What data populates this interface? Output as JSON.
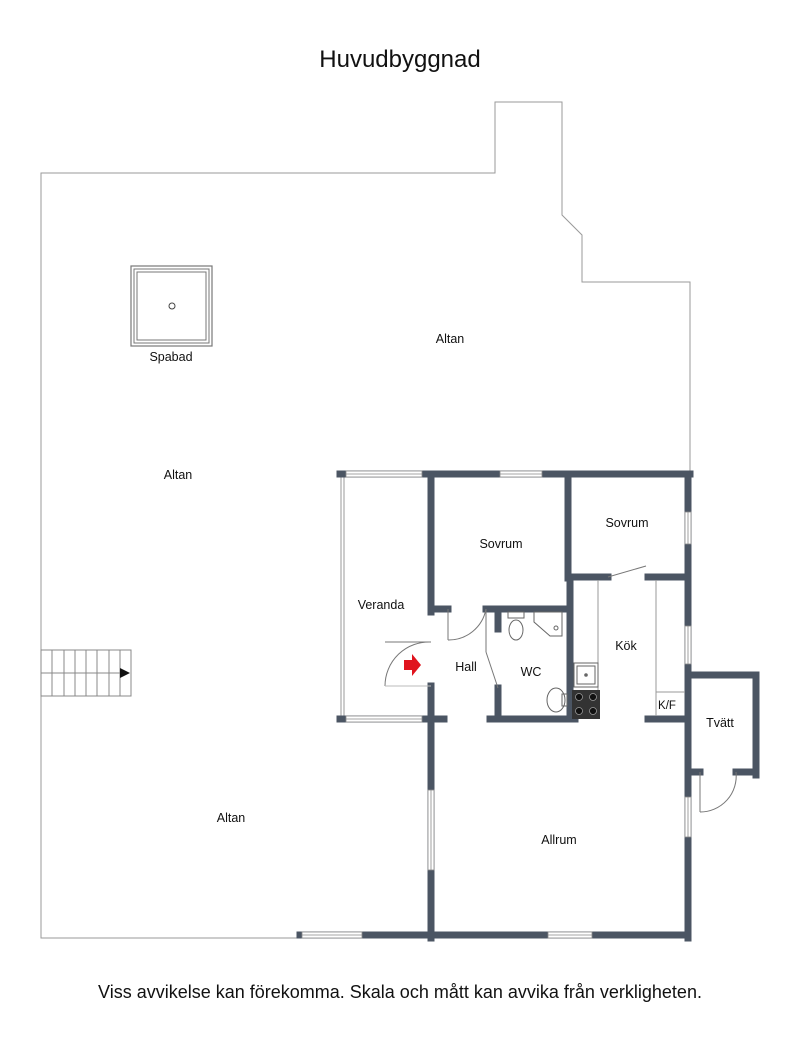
{
  "title": "Huvudbyggnad",
  "disclaimer": "Viss avvikelse kan förekomma. Skala och mått kan avvika från verkligheten.",
  "rooms": {
    "altan_top": "Altan",
    "altan_left": "Altan",
    "altan_bottom": "Altan",
    "spabad": "Spabad",
    "veranda": "Veranda",
    "sovrum_1": "Sovrum",
    "sovrum_2": "Sovrum",
    "hall": "Hall",
    "wc": "WC",
    "kok": "Kök",
    "kf": "K/F",
    "tvatt": "Tvätt",
    "allrum": "Allrum"
  },
  "colors": {
    "wall": "#4b5563",
    "thin_line": "#888888",
    "entrance_arrow": "#e0141e",
    "background": "#ffffff"
  },
  "icons": {
    "entrance": "entrance-arrow-icon",
    "stairs": "stairs-icon"
  }
}
